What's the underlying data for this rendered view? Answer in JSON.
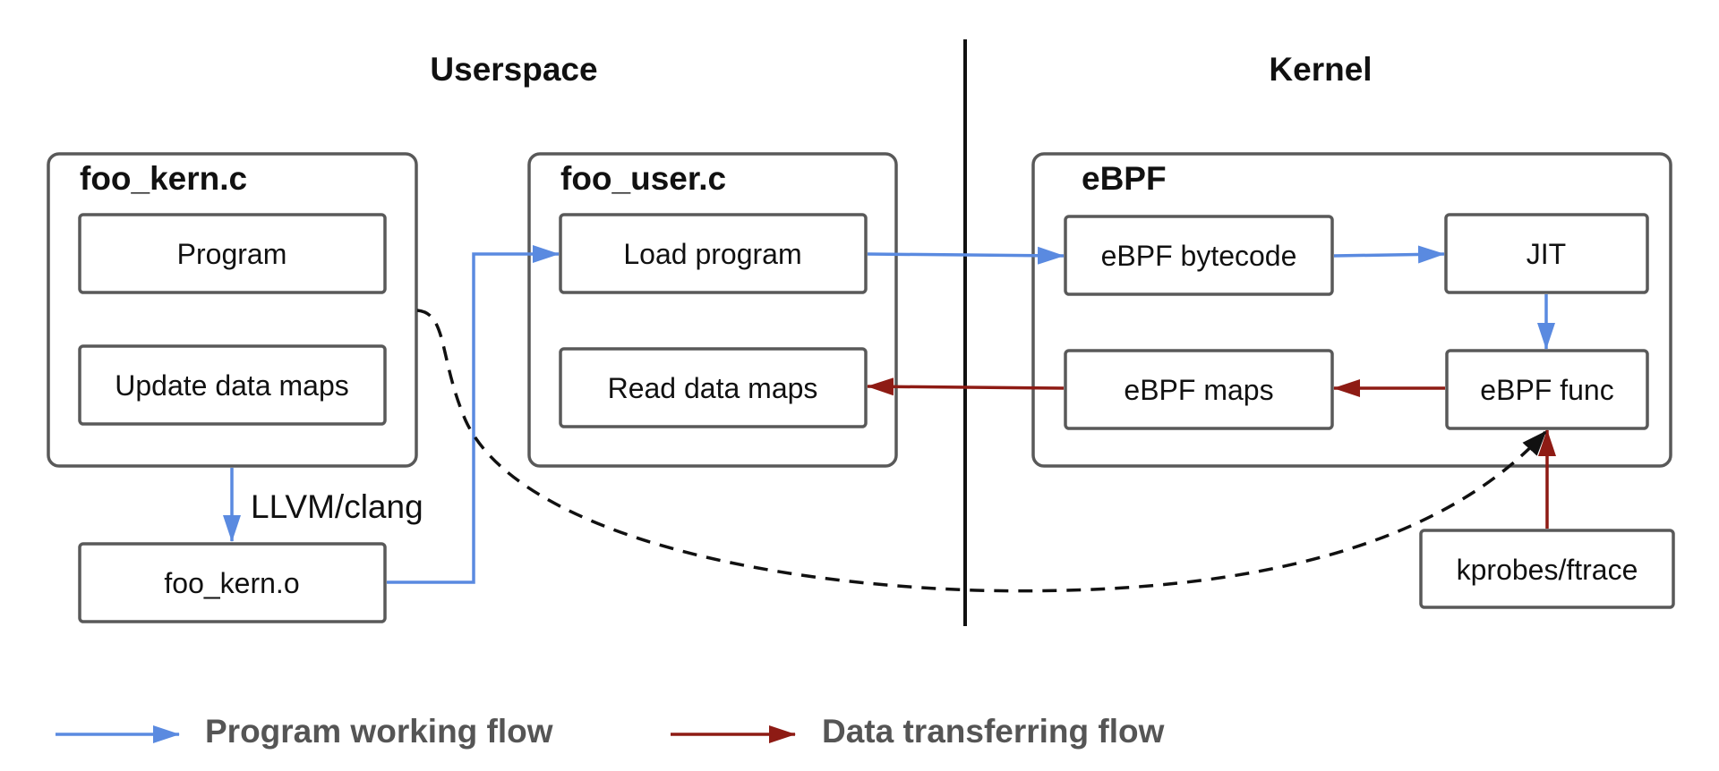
{
  "sections": {
    "userspace": "Userspace",
    "kernel": "Kernel"
  },
  "containers": {
    "foo_kern": {
      "title": "foo_kern.c",
      "program": "Program",
      "update_maps": "Update data maps"
    },
    "foo_user": {
      "title": "foo_user.c",
      "load_program": "Load program",
      "read_maps": "Read data maps"
    },
    "ebpf": {
      "title": "eBPF",
      "bytecode": "eBPF bytecode",
      "jit": "JIT",
      "maps": "eBPF maps",
      "func": "eBPF func"
    }
  },
  "nodes": {
    "foo_kern_o": "foo_kern.o",
    "kprobes": "kprobes/ftrace"
  },
  "edges": {
    "compile_label": "LLVM/clang"
  },
  "legend": {
    "program_flow": "Program working flow",
    "data_flow": "Data transferring flow"
  },
  "colors": {
    "program_flow": "#5a8ae0",
    "data_flow": "#8e1b14",
    "box_stroke": "#595959"
  }
}
